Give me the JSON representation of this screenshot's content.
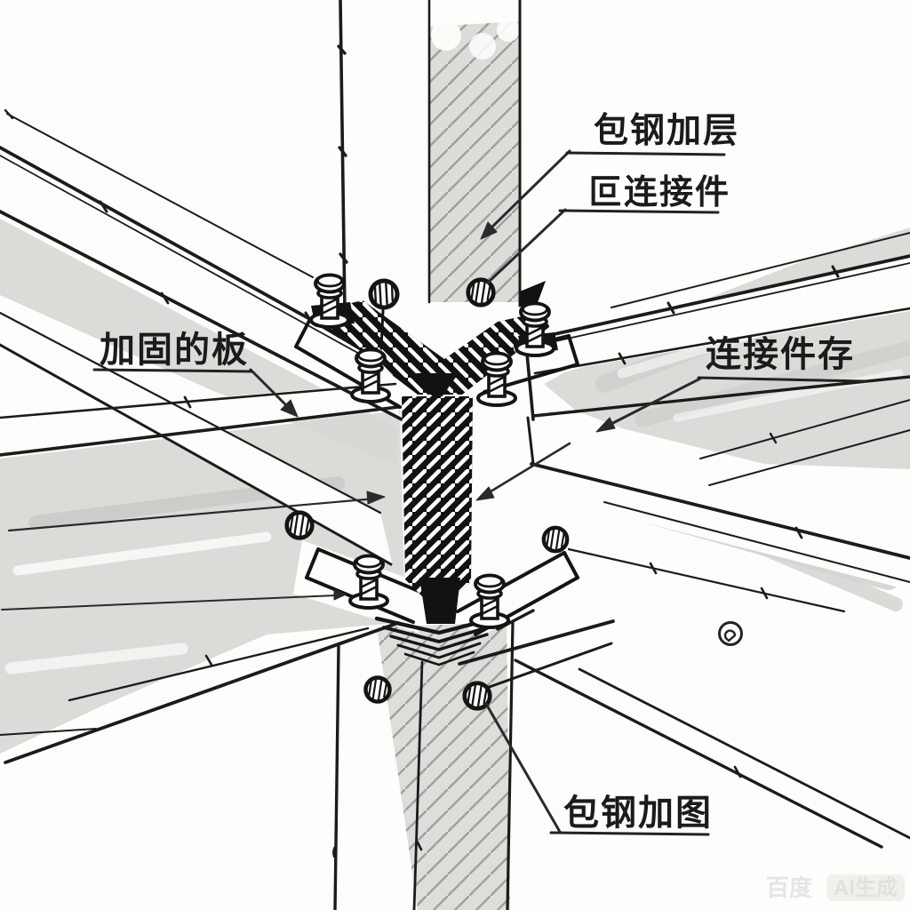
{
  "diagram": {
    "type": "hand-drawn axonometric sketch of a steel beam-column joint reinforcement detail",
    "labels": {
      "steel_jacket_layer": "包钢加层",
      "connector": "叵连接件",
      "reinforced_plate": "加固的板",
      "connector_right": "连接件存",
      "steel_jacket_bottom": "包钢加图"
    },
    "watermark": {
      "brand": "百度",
      "tag": "AI生成"
    },
    "colors": {
      "ink": "#1b1b1b",
      "marker_gray": "#d8d7d4",
      "hatch_gray": "#9f9f9b",
      "paper": "#fdfdfb"
    }
  }
}
